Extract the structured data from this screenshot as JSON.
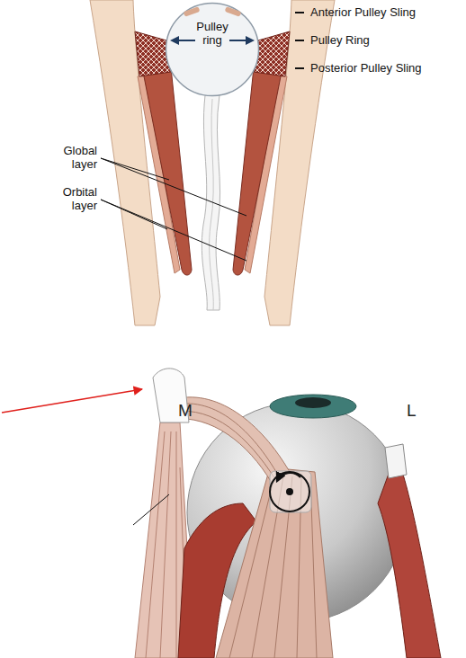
{
  "diagram": {
    "nodes": [
      {
        "text": [
          "Pulley ring"
        ]
      }
    ],
    "labels": [
      "Anterior Pulley Sling",
      "Pulley Ring",
      "Posterior Pulley Sling",
      "Global layer",
      "Orbital layer",
      "M",
      "L"
    ]
  }
}
